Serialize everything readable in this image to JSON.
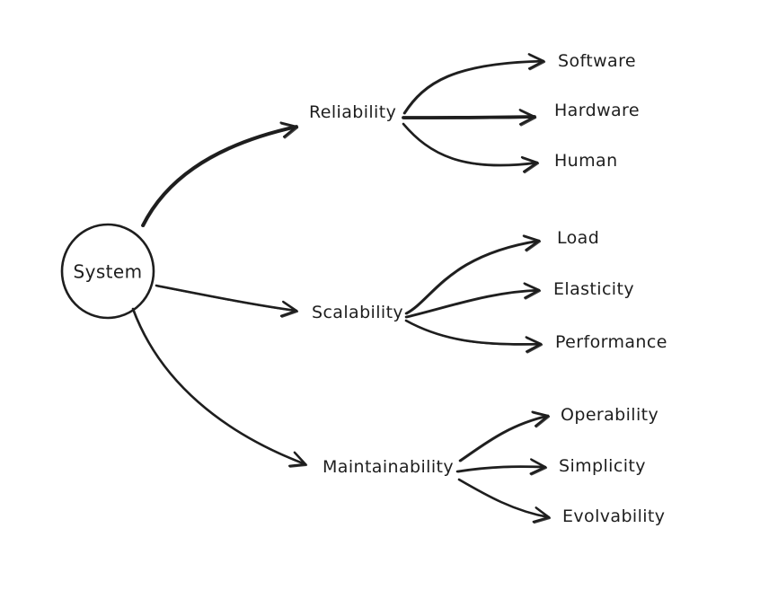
{
  "diagram": {
    "background": "#ffffff",
    "stroke_color": "#1e1e1e",
    "root": {
      "label": "System"
    },
    "branches": [
      {
        "label": "Reliability",
        "children": [
          {
            "label": "Software"
          },
          {
            "label": "Hardware"
          },
          {
            "label": "Human"
          }
        ]
      },
      {
        "label": "Scalability",
        "children": [
          {
            "label": "Load"
          },
          {
            "label": "Elasticity"
          },
          {
            "label": "Performance"
          }
        ]
      },
      {
        "label": "Maintainability",
        "children": [
          {
            "label": "Operability"
          },
          {
            "label": "Simplicity"
          },
          {
            "label": "Evolvability"
          }
        ]
      }
    ]
  }
}
